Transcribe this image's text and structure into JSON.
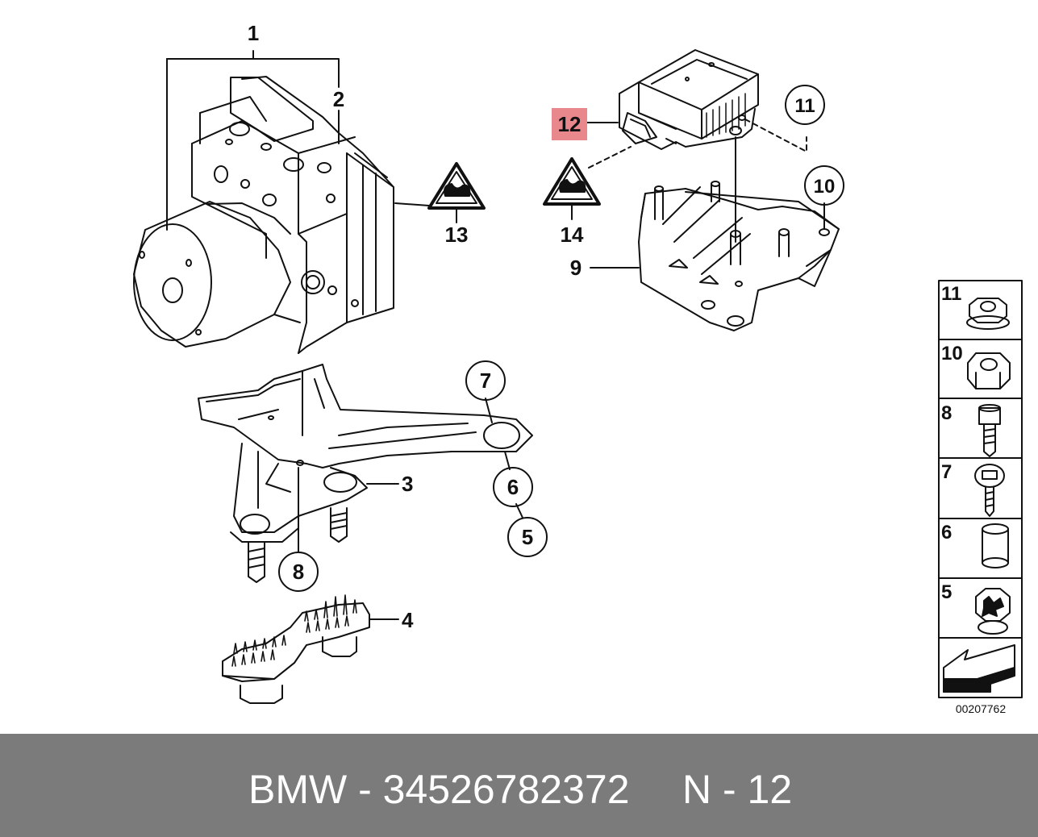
{
  "diagram": {
    "callouts": {
      "c1": "1",
      "c2": "2",
      "c3": "3",
      "c4": "4",
      "c5": "5",
      "c6": "6",
      "c7": "7",
      "c8": "8",
      "c9": "9",
      "c10": "10",
      "c11": "11",
      "c12": "12",
      "c13": "13",
      "c14": "14"
    },
    "highlight_color": "#e8888c",
    "legend": [
      {
        "label": "11",
        "icon": "flange-nut-icon"
      },
      {
        "label": "10",
        "icon": "hex-nut-icon"
      },
      {
        "label": "8",
        "icon": "hex-bolt-icon"
      },
      {
        "label": "7",
        "icon": "washer-bolt-icon"
      },
      {
        "label": "6",
        "icon": "spacer-sleeve-icon"
      },
      {
        "label": "5",
        "icon": "rubber-mount-icon"
      },
      {
        "label": "",
        "icon": "arrow-icon"
      }
    ],
    "doc_number": "00207762"
  },
  "footer": {
    "part_text": "BMW - 34526782372",
    "position_text": "N - 12"
  }
}
